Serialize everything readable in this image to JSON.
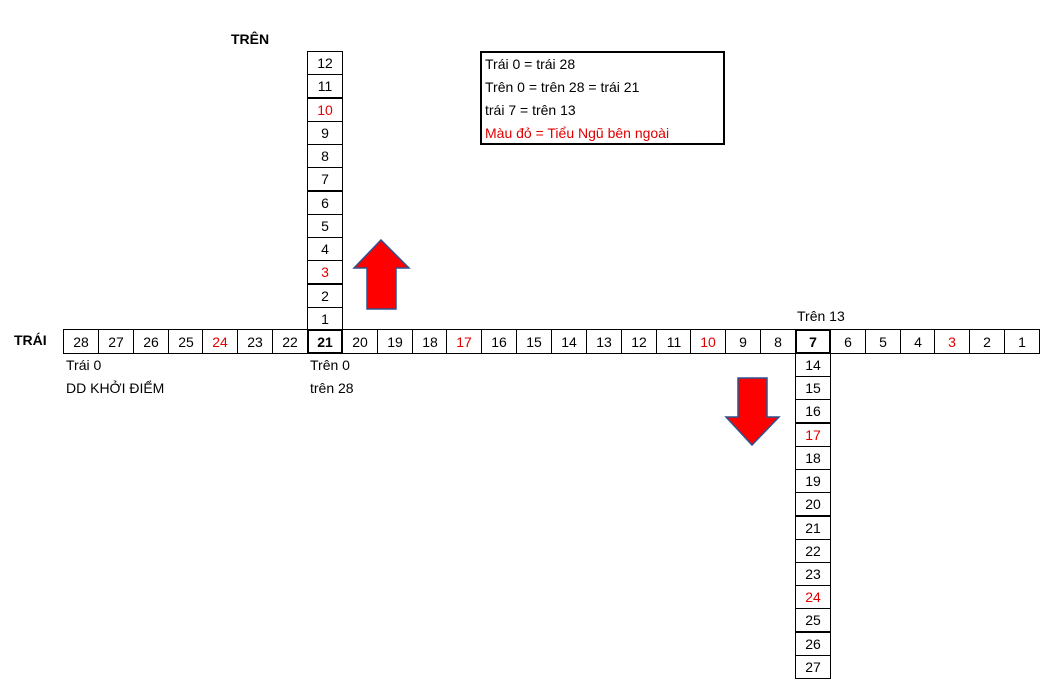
{
  "labels": {
    "tren_heading": "TRÊN",
    "trai_heading": "TRÁI",
    "trai0": "Trái 0",
    "dd_khoi_diem": "DD KHỞI ĐIỂM",
    "tren0": "Trên 0",
    "tren28": "trên 28",
    "tren13": "Trên 13"
  },
  "legend": [
    {
      "text": "Trái 0 = trái 28",
      "red": false
    },
    {
      "text": "Trên 0 = trên 28 = trái 21",
      "red": false
    },
    {
      "text": "trái 7 = trên 13",
      "red": false
    },
    {
      "text": "Màu đỏ = Tiểu Ngũ bên ngoài",
      "red": true
    }
  ],
  "horizontal_row": [
    {
      "v": "28",
      "red": false
    },
    {
      "v": "27",
      "red": false
    },
    {
      "v": "26",
      "red": false
    },
    {
      "v": "25",
      "red": false
    },
    {
      "v": "24",
      "red": true
    },
    {
      "v": "23",
      "red": false
    },
    {
      "v": "22",
      "red": false
    },
    {
      "v": "21",
      "red": false,
      "bold": true
    },
    {
      "v": "20",
      "red": false
    },
    {
      "v": "19",
      "red": false
    },
    {
      "v": "18",
      "red": false
    },
    {
      "v": "17",
      "red": true
    },
    {
      "v": "16",
      "red": false
    },
    {
      "v": "15",
      "red": false
    },
    {
      "v": "14",
      "red": false
    },
    {
      "v": "13",
      "red": false
    },
    {
      "v": "12",
      "red": false
    },
    {
      "v": "11",
      "red": false
    },
    {
      "v": "10",
      "red": true
    },
    {
      "v": "9",
      "red": false
    },
    {
      "v": "8",
      "red": false
    },
    {
      "v": "7",
      "red": false,
      "bold": true
    },
    {
      "v": "6",
      "red": false
    },
    {
      "v": "5",
      "red": false
    },
    {
      "v": "4",
      "red": false
    },
    {
      "v": "3",
      "red": true
    },
    {
      "v": "2",
      "red": false
    },
    {
      "v": "1",
      "red": false
    }
  ],
  "upper_column": [
    {
      "v": "12",
      "red": false
    },
    {
      "v": "11",
      "red": false
    },
    {
      "v": "10",
      "red": true
    },
    {
      "v": "9",
      "red": false
    },
    {
      "v": "8",
      "red": false
    },
    {
      "v": "7",
      "red": false
    },
    {
      "v": "6",
      "red": false
    },
    {
      "v": "5",
      "red": false
    },
    {
      "v": "4",
      "red": false
    },
    {
      "v": "3",
      "red": true
    },
    {
      "v": "2",
      "red": false
    },
    {
      "v": "1",
      "red": false
    }
  ],
  "lower_column": [
    {
      "v": "14",
      "red": false
    },
    {
      "v": "15",
      "red": false
    },
    {
      "v": "16",
      "red": false
    },
    {
      "v": "17",
      "red": true
    },
    {
      "v": "18",
      "red": false
    },
    {
      "v": "19",
      "red": false
    },
    {
      "v": "20",
      "red": false
    },
    {
      "v": "21",
      "red": false
    },
    {
      "v": "22",
      "red": false
    },
    {
      "v": "23",
      "red": false
    },
    {
      "v": "24",
      "red": true
    },
    {
      "v": "25",
      "red": false
    },
    {
      "v": "26",
      "red": false
    },
    {
      "v": "27",
      "red": false
    }
  ],
  "colors": {
    "arrow_fill": "#ff0000",
    "arrow_stroke": "#2f528f",
    "red_text": "#e00000"
  }
}
